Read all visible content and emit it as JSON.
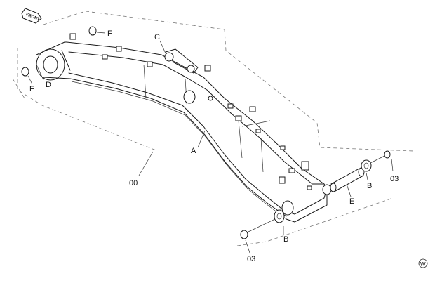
{
  "badge": {
    "front": "FRONT",
    "watermark": "W"
  },
  "labels": {
    "A": "A",
    "B_right": "B",
    "B_bottom": "B",
    "C": "C",
    "D": "D",
    "E": "E",
    "F_top": "F",
    "F_left": "F",
    "n00": "00",
    "n03_right": "03",
    "n03_bottom": "03"
  }
}
